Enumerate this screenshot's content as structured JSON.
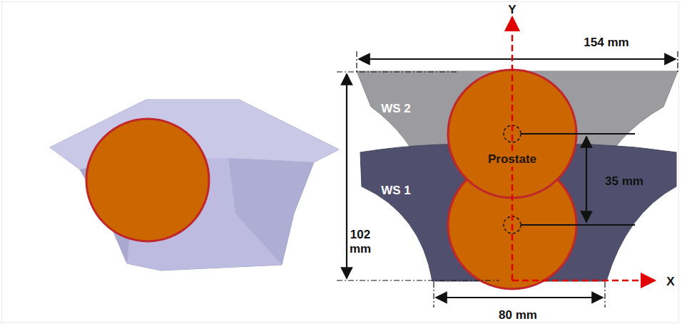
{
  "diagram": {
    "nodes": [
      {
        "text": [
          "WS 2"
        ]
      },
      {
        "text": [
          "WS 1"
        ]
      },
      {
        "text": [
          "Prostate"
        ]
      }
    ],
    "labels": [
      "154 mm",
      "Y",
      "102 mm",
      "35 mm",
      "80 mm",
      "X"
    ]
  }
}
